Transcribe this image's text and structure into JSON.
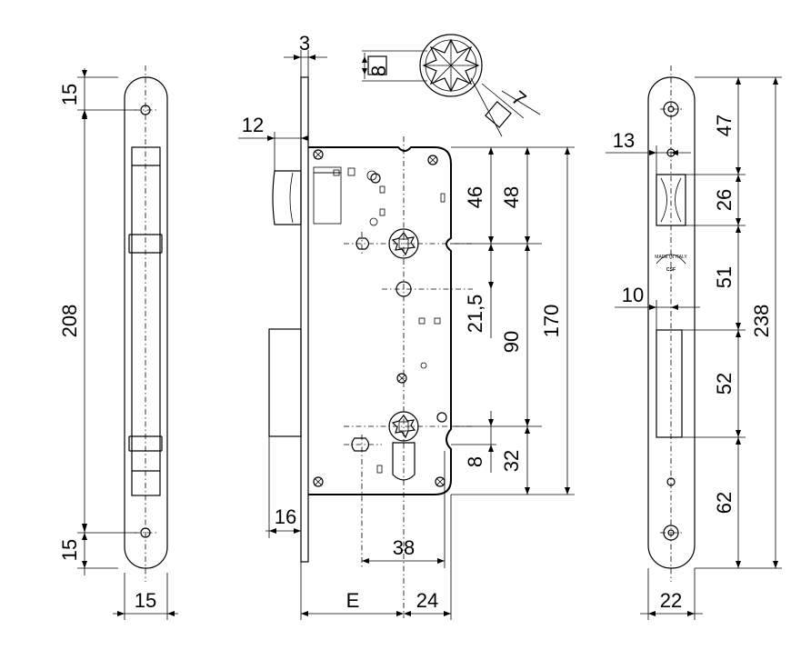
{
  "drawing": {
    "left_plate": {
      "height": "208",
      "top_hole": "15",
      "bottom_hole": "15",
      "width": "15"
    },
    "lock_body": {
      "faceplate_thickness": "3",
      "latch_projection": "12",
      "bolt_projection": "16",
      "follower_to_top": "46",
      "follower_to_top2": "48",
      "follower_to_mid": "21,5",
      "center_distance": "90",
      "body_height": "170",
      "lower_follower_offset": "8",
      "lower_follower_to_bottom": "32",
      "follower_spacing": "38",
      "backset": "E",
      "body_depth": "24"
    },
    "follower_detail": {
      "square_left": "8",
      "square_right": "7"
    },
    "strike_plate": {
      "latch_offset": "13",
      "bolt_offset": "10",
      "top": "47",
      "latch_slot": "26",
      "middle": "51",
      "bolt_slot": "52",
      "bottom": "62",
      "total": "238",
      "width": "22",
      "stamp_line1": "MADE IN ITALY",
      "stamp_line2": "CSF"
    }
  }
}
